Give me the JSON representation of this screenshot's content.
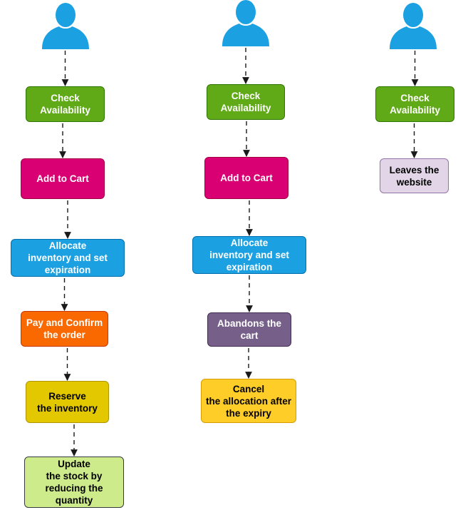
{
  "colors": {
    "user": "#1ba1e2",
    "connector": "#1a1a1a"
  },
  "actors": [
    {
      "name": "user-icon"
    },
    {
      "name": "user-icon"
    },
    {
      "name": "user-icon"
    }
  ],
  "flows": [
    {
      "steps": [
        {
          "label": "Check\nAvailability",
          "fill": "#60a917",
          "stroke": "#2d7600",
          "text": "#ffffff"
        },
        {
          "label": "Add to Cart",
          "fill": "#d80073",
          "stroke": "#a50040",
          "text": "#ffffff"
        },
        {
          "label": "Allocate\ninventory and set\nexpiration",
          "fill": "#1ba1e2",
          "stroke": "#006eaf",
          "text": "#ffffff"
        },
        {
          "label": "Pay and Confirm\nthe order",
          "fill": "#fa6800",
          "stroke": "#c73500",
          "text": "#ffffff"
        },
        {
          "label": "Reserve\nthe inventory",
          "fill": "#e3c800",
          "stroke": "#b09500",
          "text": "#000000"
        },
        {
          "label": "Update\nthe stock by\nreducing the\nquantity",
          "fill": "#cdeb8b",
          "stroke": "#36393d",
          "text": "#000000"
        }
      ]
    },
    {
      "steps": [
        {
          "label": "Check\nAvailability",
          "fill": "#60a917",
          "stroke": "#2d7600",
          "text": "#ffffff"
        },
        {
          "label": "Add to Cart",
          "fill": "#d80073",
          "stroke": "#a50040",
          "text": "#ffffff"
        },
        {
          "label": "Allocate\ninventory and set\nexpiration",
          "fill": "#1ba1e2",
          "stroke": "#006eaf",
          "text": "#ffffff"
        },
        {
          "label": "Abandons the\ncart",
          "fill": "#76608a",
          "stroke": "#432d57",
          "text": "#ffffff"
        },
        {
          "label": "Cancel\nthe allocation after\nthe expiry",
          "fill": "#ffcd28",
          "stroke": "#d79b00",
          "text": "#000000"
        }
      ]
    },
    {
      "steps": [
        {
          "label": "Check\nAvailability",
          "fill": "#60a917",
          "stroke": "#2d7600",
          "text": "#ffffff"
        },
        {
          "label": "Leaves the\nwebsite",
          "fill": "#e1d5e7",
          "stroke": "#9673a6",
          "text": "#000000"
        }
      ]
    }
  ]
}
